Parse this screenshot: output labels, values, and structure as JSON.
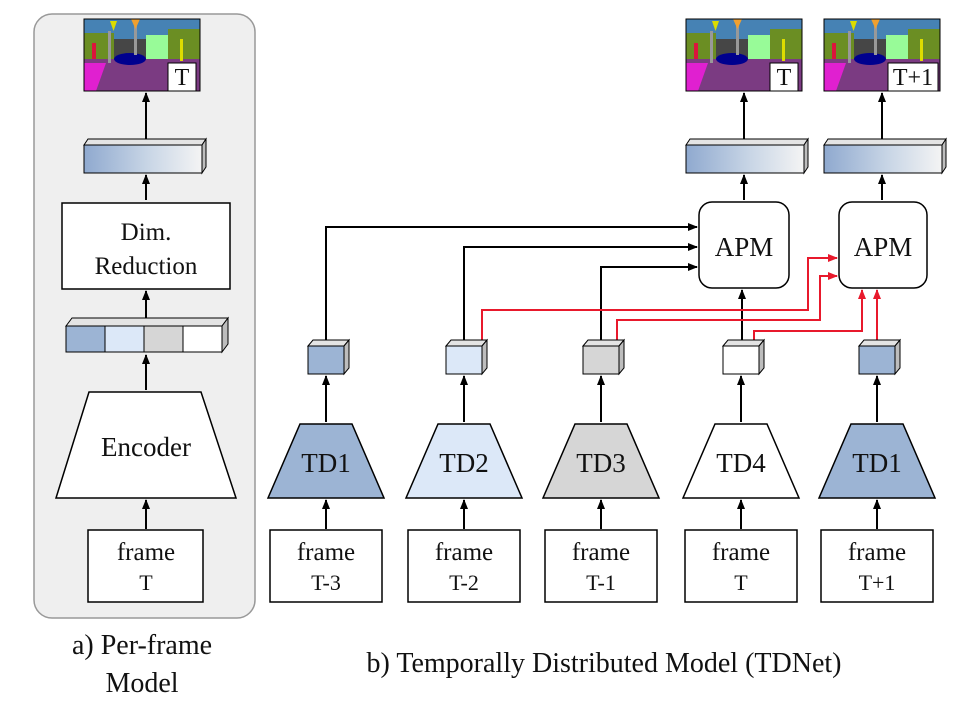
{
  "panel_a": {
    "caption_line1": "a) Per-frame",
    "caption_line2": "Model",
    "output_time_label": "T",
    "dim_reduction_line1": "Dim.",
    "dim_reduction_line2": "Reduction",
    "encoder_label": "Encoder",
    "frame_line1": "frame",
    "frame_line2": "T"
  },
  "panel_b": {
    "caption": "b) Temporally Distributed Model (TDNet)",
    "apm_label": "APM",
    "outputs": [
      {
        "time_label": "T"
      },
      {
        "time_label": "T+1"
      }
    ],
    "columns": [
      {
        "encoder": "TD1",
        "frame_line1": "frame",
        "frame_line2": "T-3",
        "fill": "#9cb4d4"
      },
      {
        "encoder": "TD2",
        "frame_line1": "frame",
        "frame_line2": "T-2",
        "fill": "#dce8f8"
      },
      {
        "encoder": "TD3",
        "frame_line1": "frame",
        "frame_line2": "T-1",
        "fill": "#d6d6d6"
      },
      {
        "encoder": "TD4",
        "frame_line1": "frame",
        "frame_line2": "T",
        "fill": "#ffffff"
      },
      {
        "encoder": "TD1",
        "frame_line1": "frame",
        "frame_line2": "T+1",
        "fill": "#9cb4d4"
      }
    ]
  },
  "colors": {
    "panel_bg": "#efefef",
    "panel_border": "#999999",
    "arrow_black": "#000000",
    "arrow_red": "#e8192c",
    "seg_road": "#7b3b82",
    "seg_sidewalk": "#e020d0",
    "seg_vegetation": "#6b8e23",
    "seg_sky": "#4682b4",
    "seg_car": "#00008e",
    "seg_sign": "#dcdc00",
    "seg_pole": "#999999",
    "seg_pedestrian": "#dc143c",
    "seg_building": "#464646",
    "seg_terrain": "#98fb98",
    "seg_light": "#f0a030"
  }
}
